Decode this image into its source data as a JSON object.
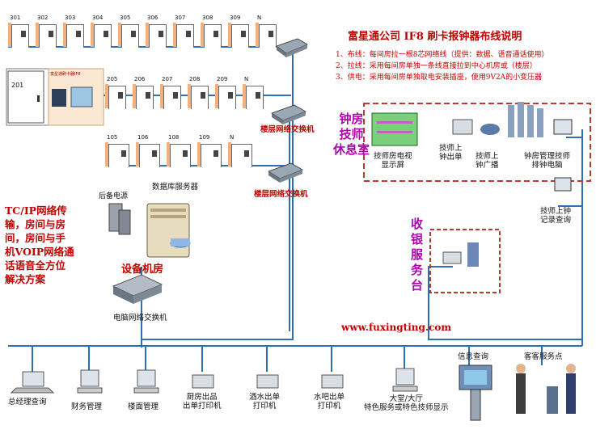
{
  "title": "富星通公司 IF8 刷卡报钟器布线说明",
  "notes": [
    "1、布线：每间房拉一根8芯网络线（提供：数据、语音通话使用）",
    "2、拉线：采用每间房单独一条线直接拉到中心机房或（楼层）",
    "3、供电：采用每间房单独取电安装插座，使用9V2A的小变压器"
  ],
  "floor3_rooms": [
    "301",
    "302",
    "303",
    "304",
    "305",
    "306",
    "307",
    "308",
    "309",
    "N"
  ],
  "floor2_rooms": [
    "205",
    "206",
    "207",
    "208",
    "209",
    "N"
  ],
  "floor1_rooms": [
    "105",
    "106",
    "108",
    "109",
    "N"
  ],
  "room201": "201",
  "device_panel_text": "富星通刷卡器IF8",
  "floor_switch_label_1": "楼层网络交换机",
  "floor_switch_label_2": "楼层网络交换机",
  "db_server_label": "数据库服务器",
  "backup_power_label": "后备电源",
  "machine_room_label": "设备机房",
  "pc_switch_label": "电脑网络交换机",
  "side_text": [
    "TC/IP网络传",
    "输，房间与房",
    "间，房间与手",
    "机VOIP网络通",
    "话语音全方位",
    "解决方案"
  ],
  "clock_room_label": [
    "钟房",
    "技师",
    "休息室"
  ],
  "clock_room_items": [
    {
      "label": [
        "技师房电视",
        "显示屏"
      ]
    },
    {
      "label": [
        "技师上",
        "钟出单"
      ]
    },
    {
      "label": [
        "技师上",
        "钟广播"
      ]
    },
    {
      "label": [
        "钟房管理技师",
        "排钟电脑"
      ]
    }
  ],
  "checkin_label": [
    "技师上钟",
    "记录查询"
  ],
  "cashier_label": [
    "收",
    "银",
    "服",
    "务",
    "台"
  ],
  "url": "www.fuxingting.com",
  "info_query_label": "信息查询",
  "guest_service_label": "客客服务点",
  "bottom_items": [
    {
      "label": [
        "总经理查询"
      ]
    },
    {
      "label": [
        "财务管理"
      ]
    },
    {
      "label": [
        "楼面管理"
      ]
    },
    {
      "label": [
        "厨房出品",
        "出单打印机"
      ]
    },
    {
      "label": [
        "酒水出单",
        "打印机"
      ]
    },
    {
      "label": [
        "水吧出单",
        "打印机"
      ]
    },
    {
      "label": [
        "大堂/大厅",
        "特色服务或特色技师显示"
      ]
    }
  ],
  "colors": {
    "title_red": "#c00000",
    "purple": "#b000b0",
    "line_blue": "#2f6fb5",
    "dash_red": "#c0392b"
  }
}
